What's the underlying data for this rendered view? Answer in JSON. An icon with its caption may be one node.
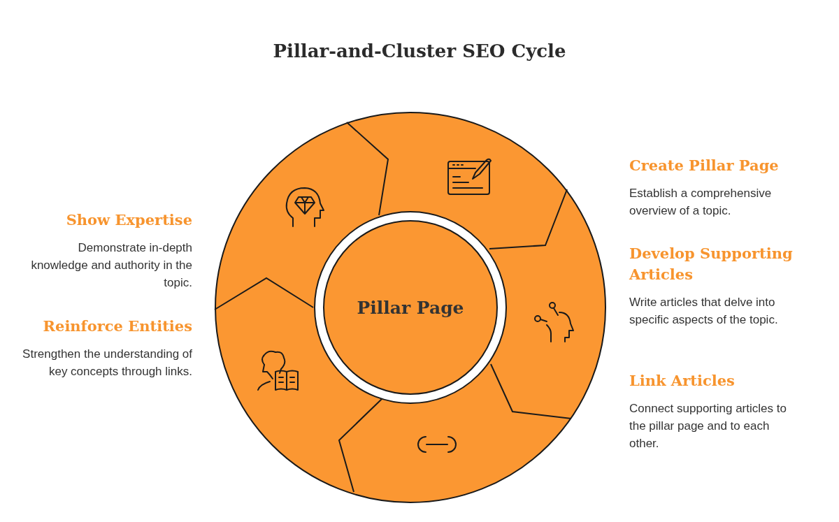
{
  "diagram": {
    "title": "Pillar-and-Cluster SEO Cycle",
    "nodes": [
      {
        "text": [
          "Pillar Page"
        ]
      },
      {
        "text": [
          "Create Pillar Page",
          "Establish a comprehensive overview of a topic."
        ]
      },
      {
        "text": [
          "Develop Supporting Articles",
          "Write articles that delve into specific aspects of the topic."
        ]
      },
      {
        "text": [
          "Link Articles",
          "Connect supporting articles to the pillar page and to each other."
        ]
      },
      {
        "text": [
          "Reinforce Entities",
          "Strengthen the understanding of key concepts through links."
        ]
      },
      {
        "text": [
          "Show Expertise",
          "Demonstrate in-depth knowledge and authority in the topic."
        ]
      }
    ],
    "edges": []
  }
}
